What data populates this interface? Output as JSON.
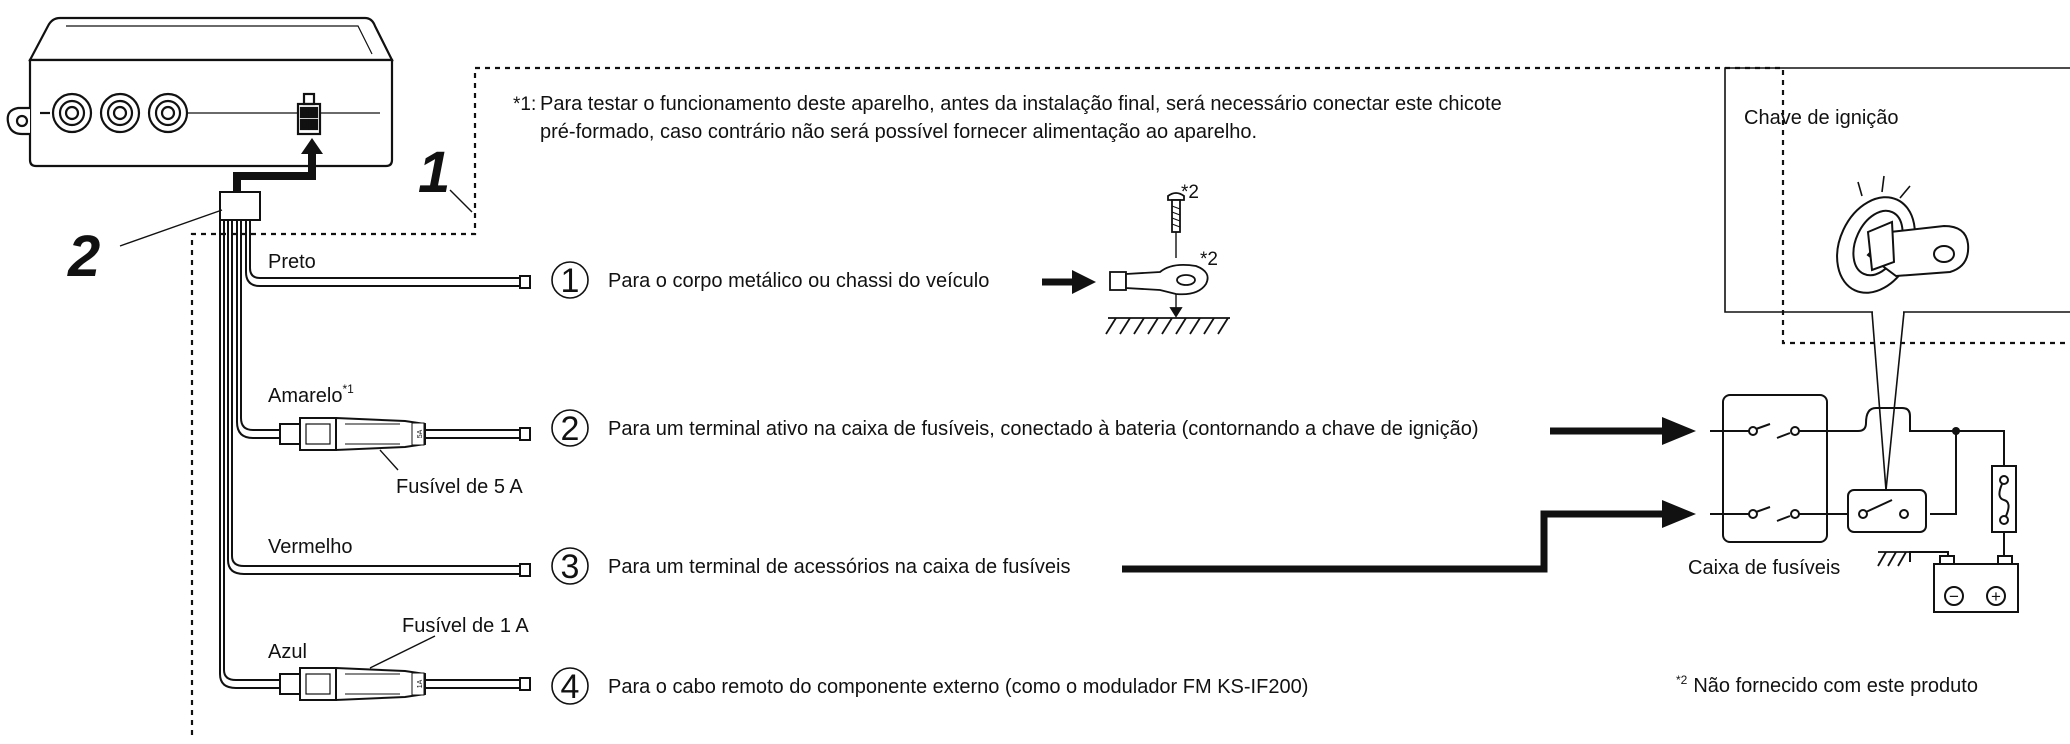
{
  "note_star1": {
    "marker": "*1:",
    "line1": "Para testar o funcionamento deste aparelho, antes da instalação final, será necessário conectar este chicote",
    "line2": "pré-formado, caso contrário não será possível fornecer alimentação ao aparelho."
  },
  "callouts": {
    "one": "1",
    "two": "2"
  },
  "wires": [
    {
      "color_label": "Preto",
      "number": "1",
      "description": "Para o corpo metálico ou chassi do veículo"
    },
    {
      "color_label": "Amarelo",
      "color_label_sup": "*1",
      "fuse_label": "Fusível de 5 A",
      "number": "2",
      "description": "Para um terminal ativo na caixa de fusíveis, conectado à bateria (contornando a chave de ignição)"
    },
    {
      "color_label": "Vermelho",
      "number": "3",
      "description": "Para um terminal de acessórios na caixa de fusíveis"
    },
    {
      "color_label": "Azul",
      "fuse_label": "Fusível de 1 A",
      "number": "4",
      "description": "Para o cabo remoto do componente externo (como o modulador FM KS-IF200)"
    }
  ],
  "ground_marks": {
    "screw": "*2",
    "lug": "*2"
  },
  "ignition_label": "Chave de ignição",
  "fusebox_label": "Caixa de fusíveis",
  "footnote": {
    "marker": "*2",
    "text": "Não fornecido com este produto"
  },
  "fuse_tiny_text": "5A",
  "fuse_tiny_text_1": "1A",
  "battery_minus": "−",
  "battery_plus": "+"
}
